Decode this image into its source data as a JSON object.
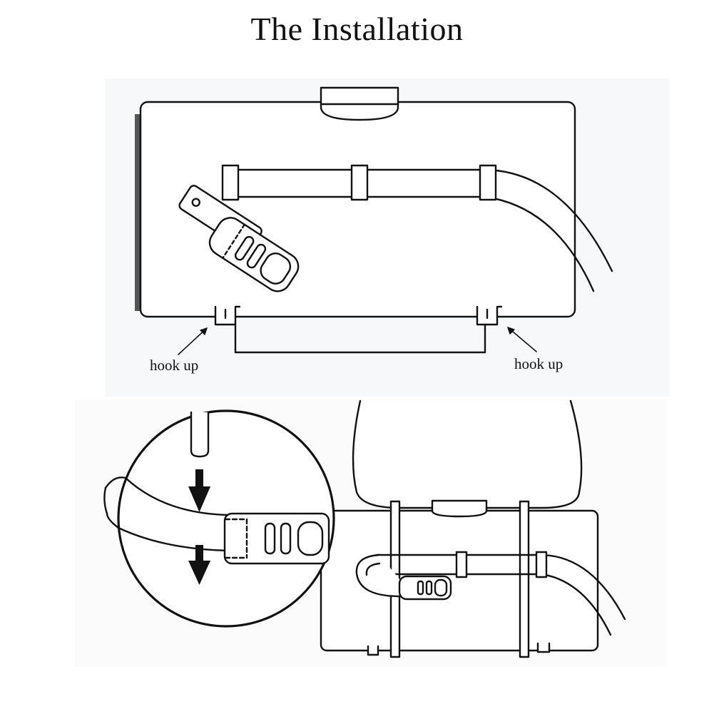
{
  "title": "The Installation",
  "labels": {
    "hook_left": "hook up",
    "hook_right": "hook up"
  },
  "colors": {
    "ink": "#111111",
    "panel_shade": "#f7f8fa",
    "edge_dark": "#555555",
    "background": "#ffffff"
  },
  "icons": {
    "down_arrow": "down-arrow-icon"
  }
}
